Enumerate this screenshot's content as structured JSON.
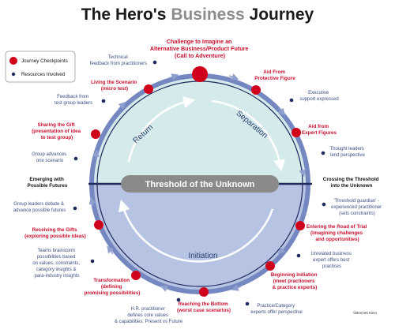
{
  "title": {
    "part1": "The Hero's ",
    "part2": "Business",
    "part3": " Journey"
  },
  "legend": {
    "checkpoints": "Journey Checkpoints",
    "resources": "Resources Involved"
  },
  "threshold": "Threshold of the Unknown",
  "phases": {
    "return": "Return",
    "separation": "Separation",
    "initiation": "Initiation"
  },
  "checkpoints": {
    "call": [
      "Challenge to Imagine an",
      "Alternative Business/Product Future",
      "(Call to Adventure)"
    ],
    "aid_protective": [
      "Aid From",
      "Protective Figure"
    ],
    "aid_expert": [
      "Aid from",
      "Expert Figures"
    ],
    "road_of_trial": [
      "Entering the Road of Trial",
      "(imagining challenges",
      "and opportunities)"
    ],
    "beginning_initiation": [
      "Beginning Initiation",
      "(meet practioners",
      "& practice experts)"
    ],
    "bottom": [
      "Reaching the Bottom",
      "(worst case scenarios)"
    ],
    "transformation": [
      "Transformation",
      "(defining",
      "promising possibilities)"
    ],
    "receiving_gifts": [
      "Receiving the Gifts",
      "(exploring possible ideas)"
    ],
    "sharing_gift": [
      "Sharing the Gift",
      "(presentation of idea",
      "to test group)"
    ],
    "living_scenario": [
      "Living the Scenario",
      "(micro test)"
    ]
  },
  "crossings": {
    "crossing": [
      "Crossing the Threshold",
      "into the Unknown"
    ],
    "emerging": [
      "Emerging with",
      "Possible Futures"
    ]
  },
  "resources": {
    "technical": [
      "Technical",
      "feedback from practitioners"
    ],
    "executive": [
      "Executive",
      "support expressed"
    ],
    "thought_leaders": [
      "Thought leaders",
      "lend perspective"
    ],
    "threshold_guardian": [
      "'Threshold guardian' -",
      "experienced practitioner",
      "(sets constraints)"
    ],
    "unrelated": [
      "Unrelated business",
      "expert offers best",
      "practices"
    ],
    "practice_category": [
      "Practice/Category",
      "experts offer perspective"
    ],
    "hr": [
      "H.R. practitioner",
      "defines core values",
      "& capabilities: Present vs Future"
    ],
    "brainstorm": [
      "Teams brainstorm",
      "possibilities based",
      "on values, constraints,",
      "category insights &",
      "para-industry insights"
    ],
    "group_leaders": [
      "Group leaders debate &",
      "advance possible futures"
    ],
    "group_advances": [
      "Group advances",
      "one scenario"
    ],
    "feedback_test": [
      "Feedback from",
      "test group leaders"
    ]
  },
  "credit": "©Bennett Klein",
  "colors": {
    "red": "#d0021b",
    "navy": "#1f2b5c",
    "ring": "#7587c0",
    "upper_fill": "#d5eaea",
    "lower_fill": "#b7c3e3",
    "threshold_bar": "#8a8a8a"
  }
}
